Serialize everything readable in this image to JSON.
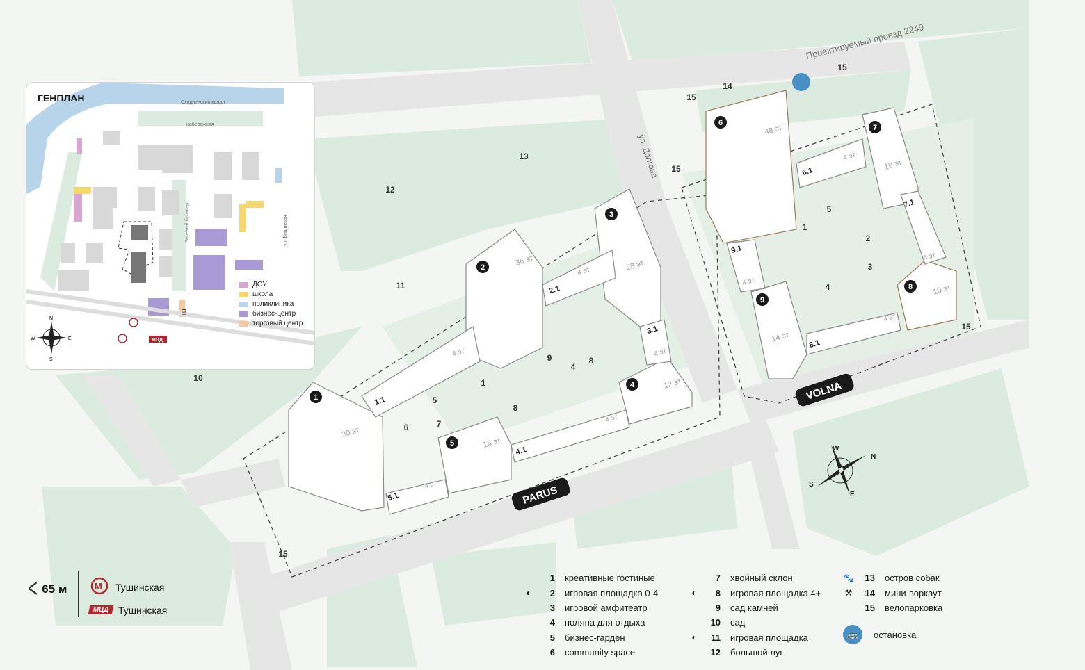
{
  "map": {
    "streets": {
      "north": "Проектируемый проезд 2249",
      "dolgova": "ул. Долгова"
    },
    "blocks": {
      "parus": "PARUS",
      "volna": "VOLNA"
    },
    "buildings": [
      {
        "num": "1",
        "floors": "30 эт"
      },
      {
        "num": "2",
        "floors": "36 эт"
      },
      {
        "num": "3",
        "floors": "28 эт"
      },
      {
        "num": "4",
        "floors": "12 эт"
      },
      {
        "num": "5",
        "floors": "16 эт"
      },
      {
        "num": "6",
        "floors": "48 эт"
      },
      {
        "num": "7",
        "floors": "19 эт"
      },
      {
        "num": "8",
        "floors": "10 эт"
      },
      {
        "num": "9",
        "floors": "14 эт"
      }
    ],
    "sections": [
      {
        "num": "1.1",
        "floors": "4 эт"
      },
      {
        "num": "2.1",
        "floors": "4 эт"
      },
      {
        "num": "3.1",
        "floors": "4 эт"
      },
      {
        "num": "4.1",
        "floors": "4 эт"
      },
      {
        "num": "5.1",
        "floors": "4 эт"
      },
      {
        "num": "6.1",
        "floors": "4 эт"
      },
      {
        "num": "7.1",
        "floors": "4 эт"
      },
      {
        "num": "8.1",
        "floors": "4 эт"
      },
      {
        "num": "9.1",
        "floors": "4 эт"
      }
    ],
    "markers": [
      "1",
      "4",
      "5",
      "6",
      "7",
      "8",
      "8",
      "9",
      "10",
      "11",
      "12",
      "13",
      "1",
      "2",
      "3",
      "4",
      "5",
      "14",
      "15",
      "15",
      "15",
      "15",
      "15"
    ],
    "colors": {
      "green": "#dcebdf",
      "road": "#e9e9e9",
      "building_accent": "#a0785a",
      "dark": "#1a1a1a",
      "bus": "#4a8fc4",
      "metro": "#b3262b"
    }
  },
  "inset": {
    "title": "ГЕНПЛАН",
    "labels": {
      "canal": "Сходненский канал",
      "embankment": "набережная",
      "boulevard": "Зеленый бульвар",
      "street": "ул. Вишневая",
      "mall": "ТЦ",
      "mcd": "МЦД"
    },
    "compass": {
      "n": "N",
      "s": "S",
      "w": "W",
      "e": "E"
    },
    "legend": [
      {
        "label": "ДОУ",
        "color": "#d9a6cf"
      },
      {
        "label": "школа",
        "color": "#f5d76e"
      },
      {
        "label": "поликлиника",
        "color": "#b8d4ea"
      },
      {
        "label": "бизнес-центр",
        "color": "#a99ad6"
      },
      {
        "label": "торговый центр",
        "color": "#f2c9a0"
      }
    ]
  },
  "scale": {
    "distance": "65 м"
  },
  "stations": [
    {
      "type": "metro",
      "icon": "М",
      "name": "Тушинская"
    },
    {
      "type": "mcd",
      "icon": "МЦД",
      "name": "Тушинская"
    }
  ],
  "compass": {
    "n": "N",
    "s": "S",
    "w": "W",
    "e": "E"
  },
  "legend": [
    {
      "num": "1",
      "label": "креативные гостиные",
      "icon": ""
    },
    {
      "num": "2",
      "label": "игровая площадка 0-4",
      "icon": "ball-icon"
    },
    {
      "num": "3",
      "label": "игровой амфитеатр",
      "icon": ""
    },
    {
      "num": "4",
      "label": "поляна для отдыха",
      "icon": ""
    },
    {
      "num": "5",
      "label": "бизнес-гарден",
      "icon": ""
    },
    {
      "num": "6",
      "label": "community space",
      "icon": ""
    },
    {
      "num": "7",
      "label": "хвойный склон",
      "icon": ""
    },
    {
      "num": "8",
      "label": "игровая площадка 4+",
      "icon": "ball-icon"
    },
    {
      "num": "9",
      "label": "сад камней",
      "icon": ""
    },
    {
      "num": "10",
      "label": "сад",
      "icon": ""
    },
    {
      "num": "11",
      "label": "игровая площадка",
      "icon": "ball-icon"
    },
    {
      "num": "12",
      "label": "большой луг",
      "icon": ""
    },
    {
      "num": "13",
      "label": "остров собак",
      "icon": "paw-icon"
    },
    {
      "num": "14",
      "label": "мини-воркаут",
      "icon": "dumbbell-icon"
    },
    {
      "num": "15",
      "label": "велопарковка",
      "icon": ""
    },
    {
      "num": "",
      "label": "остановка",
      "icon": "bus-icon"
    }
  ]
}
